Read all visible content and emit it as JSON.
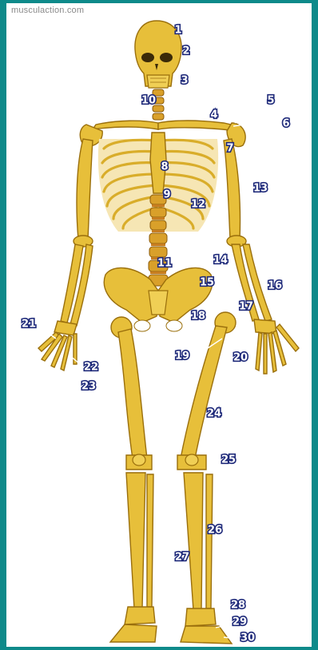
{
  "watermark": "musculaction.com",
  "labels": [
    {
      "id": "1",
      "text": "1"
    },
    {
      "id": "2",
      "text": "2"
    },
    {
      "id": "3",
      "text": "3"
    },
    {
      "id": "4",
      "text": "4"
    },
    {
      "id": "5",
      "text": "5"
    },
    {
      "id": "6",
      "text": "6"
    },
    {
      "id": "7",
      "text": "7"
    },
    {
      "id": "8",
      "text": "8"
    },
    {
      "id": "9",
      "text": "9"
    },
    {
      "id": "10",
      "text": "10"
    },
    {
      "id": "11",
      "text": "11"
    },
    {
      "id": "12",
      "text": "12"
    },
    {
      "id": "13",
      "text": "13"
    },
    {
      "id": "14",
      "text": "14"
    },
    {
      "id": "15",
      "text": "15"
    },
    {
      "id": "16",
      "text": "16"
    },
    {
      "id": "17",
      "text": "17"
    },
    {
      "id": "18",
      "text": "18"
    },
    {
      "id": "19",
      "text": "19"
    },
    {
      "id": "20",
      "text": "20"
    },
    {
      "id": "21",
      "text": "21"
    },
    {
      "id": "22",
      "text": "22"
    },
    {
      "id": "23",
      "text": "23"
    },
    {
      "id": "24",
      "text": "24"
    },
    {
      "id": "25",
      "text": "25"
    },
    {
      "id": "26",
      "text": "26"
    },
    {
      "id": "27",
      "text": "27"
    },
    {
      "id": "28",
      "text": "28"
    },
    {
      "id": "29",
      "text": "29"
    },
    {
      "id": "30",
      "text": "30"
    }
  ],
  "colors": {
    "frame_border": "#0e8a8a",
    "bone": "#e7bf3a",
    "label_fill": "#ffffff",
    "label_outline": "#1f2a7a"
  }
}
